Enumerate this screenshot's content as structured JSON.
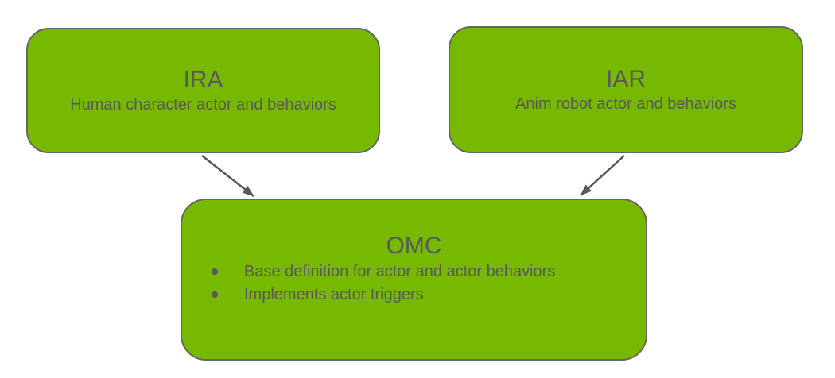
{
  "colors": {
    "canvas_bg": "#ffffff",
    "node_fill": "#76b900",
    "node_border": "#666666",
    "text_color": "#595959",
    "arrow_color": "#595959"
  },
  "diagram": {
    "nodes": {
      "ira": {
        "title": "IRA",
        "subtitle": "Human character actor and behaviors"
      },
      "iar": {
        "title": "IAR",
        "subtitle": "Anim robot actor and behaviors"
      },
      "omc": {
        "title": "OMC",
        "bullets": [
          "Base definition for actor and actor behaviors",
          "Implements actor triggers"
        ]
      }
    },
    "edges": [
      {
        "from": "IRA",
        "to": "OMC"
      },
      {
        "from": "IAR",
        "to": "OMC"
      }
    ]
  }
}
